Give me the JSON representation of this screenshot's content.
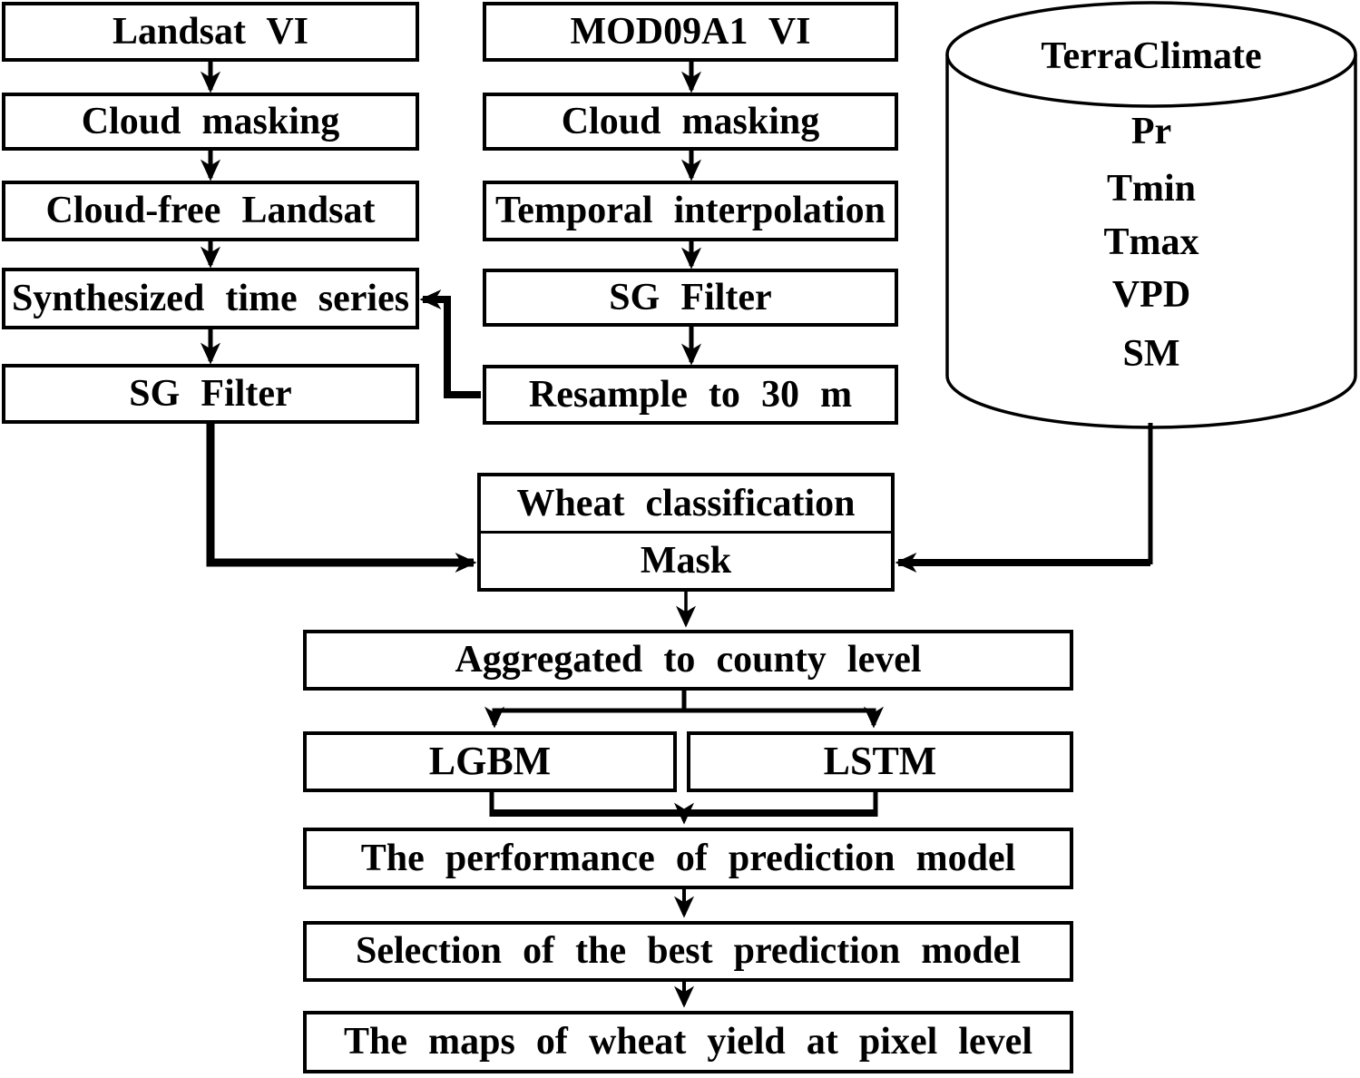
{
  "nodes": {
    "landsat_vi": "Landsat VI",
    "cloud_masking_landsat": "Cloud masking",
    "cloud_free_landsat": "Cloud-free Landsat",
    "synthesized_time_series": "Synthesized time series",
    "sg_filter_landsat": "SG Filter",
    "mod09a1_vi": "MOD09A1 VI",
    "cloud_masking_modis": "Cloud masking",
    "temporal_interpolation": "Temporal interpolation",
    "sg_filter_modis": "SG Filter",
    "resample_30m": "Resample to 30 m",
    "wheat_classification": "Wheat classification",
    "mask": "Mask",
    "aggregated_county": "Aggregated to county level",
    "lgbm": "LGBM",
    "lstm": "LSTM",
    "performance": "The performance of prediction model",
    "selection": "Selection of the best prediction model",
    "maps": "The maps of wheat yield at pixel level"
  },
  "database": {
    "title": "TerraClimate",
    "variables": [
      "Pr",
      "Tmin",
      "Tmax",
      "VPD",
      "SM"
    ]
  },
  "colors": {
    "line": "#000000",
    "box_background": "#ffffff",
    "page_background": "#ffffff"
  }
}
